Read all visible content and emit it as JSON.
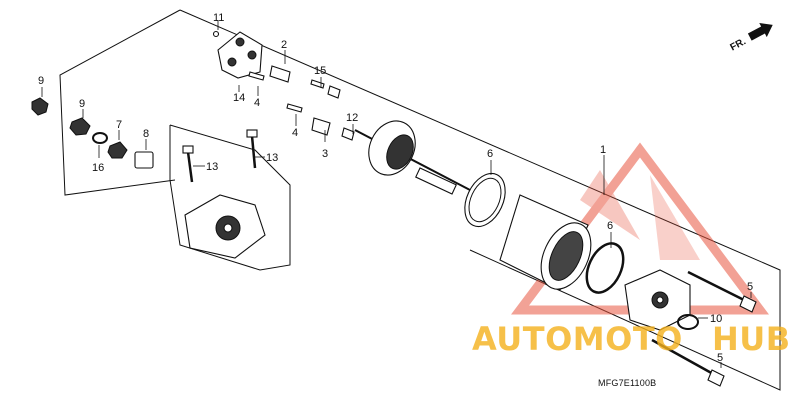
{
  "diagram": {
    "code": "MFG7E1100B",
    "direction_label": "FR.",
    "callouts": {
      "c1": "1",
      "c2": "2",
      "c3": "3",
      "c4a": "4",
      "c4b": "4",
      "c5a": "5",
      "c5b": "5",
      "c6a": "6",
      "c6b": "6",
      "c7": "7",
      "c8": "8",
      "c9a": "9",
      "c9b": "9",
      "c10": "10",
      "c11": "11",
      "c12": "12",
      "c13a": "13",
      "c13b": "13",
      "c14": "14",
      "c15": "15",
      "c16": "16"
    }
  },
  "watermark": {
    "text_auto": "AUTOMOTO",
    "text_hub": "HUB",
    "color_orange": "#f5b11c",
    "color_red": "#e8553f"
  }
}
